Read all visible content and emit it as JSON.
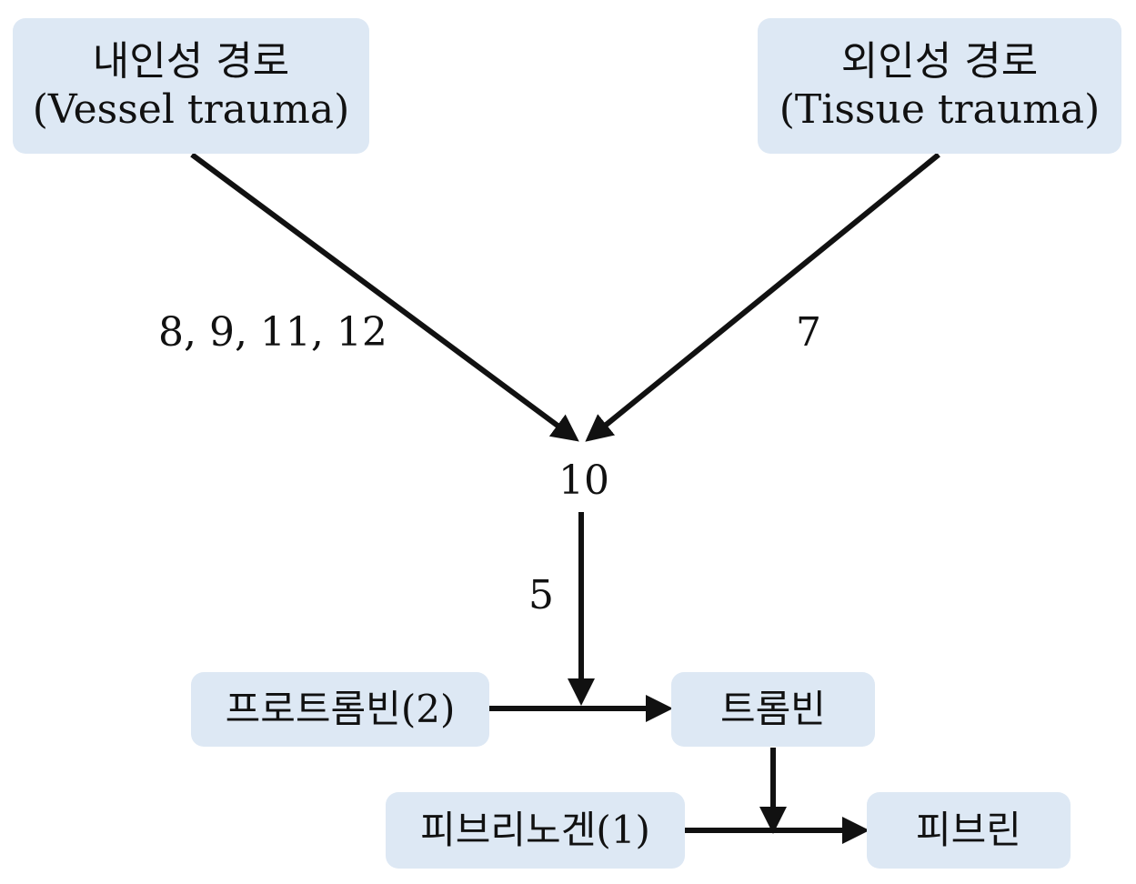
{
  "colors": {
    "box_fill": "#dde8f4",
    "arrow": "#111111",
    "text": "#111111"
  },
  "nodes": {
    "intrinsic": {
      "line1": "내인성 경로",
      "line2": "(Vessel trauma)"
    },
    "extrinsic": {
      "line1": "외인성 경로",
      "line2": "(Tissue trauma)"
    },
    "factor10": "10",
    "prothrombin": "프로트롬빈(2)",
    "thrombin": "트롬빈",
    "fibrinogen": "피브리노겐(1)",
    "fibrin": "피브린"
  },
  "edge_labels": {
    "intrinsic_factors": "8, 9, 11, 12",
    "extrinsic_factor": "7",
    "factor5": "5"
  }
}
